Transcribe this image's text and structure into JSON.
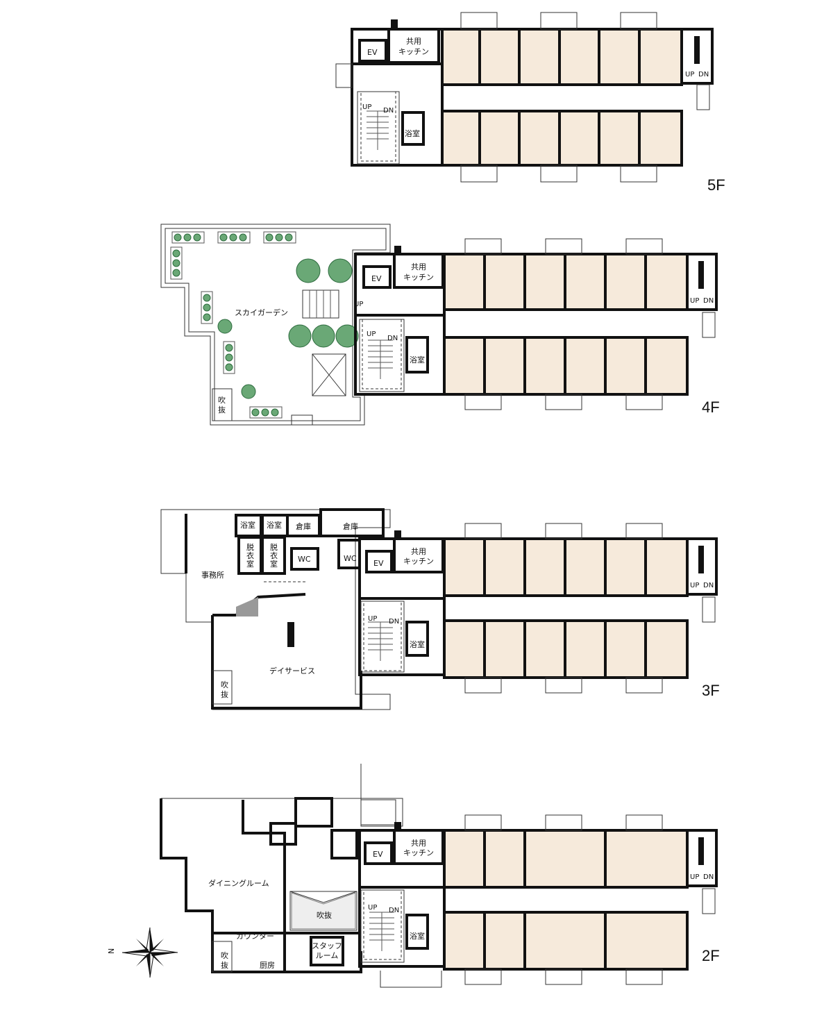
{
  "floors": {
    "f5": {
      "label": "5F",
      "rooms": {
        "ev": "EV",
        "kitchen_1": "共用",
        "kitchen_2": "キッチン",
        "bath": "浴室"
      },
      "stairs": {
        "up": "UP",
        "dn": "DN"
      },
      "east_stairs": {
        "up": "UP",
        "dn": "DN"
      }
    },
    "f4": {
      "label": "4F",
      "rooms": {
        "ev": "EV",
        "kitchen_1": "共用",
        "kitchen_2": "キッチン",
        "bath": "浴室",
        "sky_garden": "スカイガーデン",
        "void_1": "吹",
        "void_2": "抜"
      },
      "stairs": {
        "up": "UP",
        "dn": "DN"
      },
      "garden_stair": {
        "up": "UP"
      },
      "east_stairs": {
        "up": "UP",
        "dn": "DN"
      }
    },
    "f3": {
      "label": "3F",
      "rooms": {
        "bath_a": "浴室",
        "bath_b": "浴室",
        "storage_a": "倉庫",
        "storage_b": "倉庫",
        "dressing_a_1": "脱",
        "dressing_a_2": "衣",
        "dressing_a_3": "室",
        "dressing_b_1": "脱",
        "dressing_b_2": "衣",
        "dressing_b_3": "室",
        "wc_a": "WC",
        "wc_b": "WC",
        "ev": "EV",
        "kitchen_1": "共用",
        "kitchen_2": "キッチン",
        "office": "事務所",
        "day_service": "デイサービス",
        "bath": "浴室",
        "void_1": "吹",
        "void_2": "抜"
      },
      "stairs": {
        "up": "UP",
        "dn": "DN"
      },
      "east_stairs": {
        "up": "UP",
        "dn": "DN"
      }
    },
    "f2": {
      "label": "2F",
      "rooms": {
        "ev": "EV",
        "kitchen_1": "共用",
        "kitchen_2": "キッチン",
        "dining": "ダイニングルーム",
        "void": "吹抜",
        "counter": "カウンター",
        "kitchen_room": "厨房",
        "staff_1": "スタッフ",
        "staff_2": "ルーム",
        "bath": "浴室",
        "void_1": "吹",
        "void_2": "抜"
      },
      "stairs": {
        "up": "UP",
        "dn": "DN"
      },
      "east_stairs": {
        "up": "UP",
        "dn": "DN"
      }
    }
  },
  "compass": {
    "north_label": "N",
    "icon": "compass-rose-icon"
  },
  "colors": {
    "unit_fill": "#f6eadb",
    "wall": "#111111",
    "planting": "#6aa876"
  }
}
